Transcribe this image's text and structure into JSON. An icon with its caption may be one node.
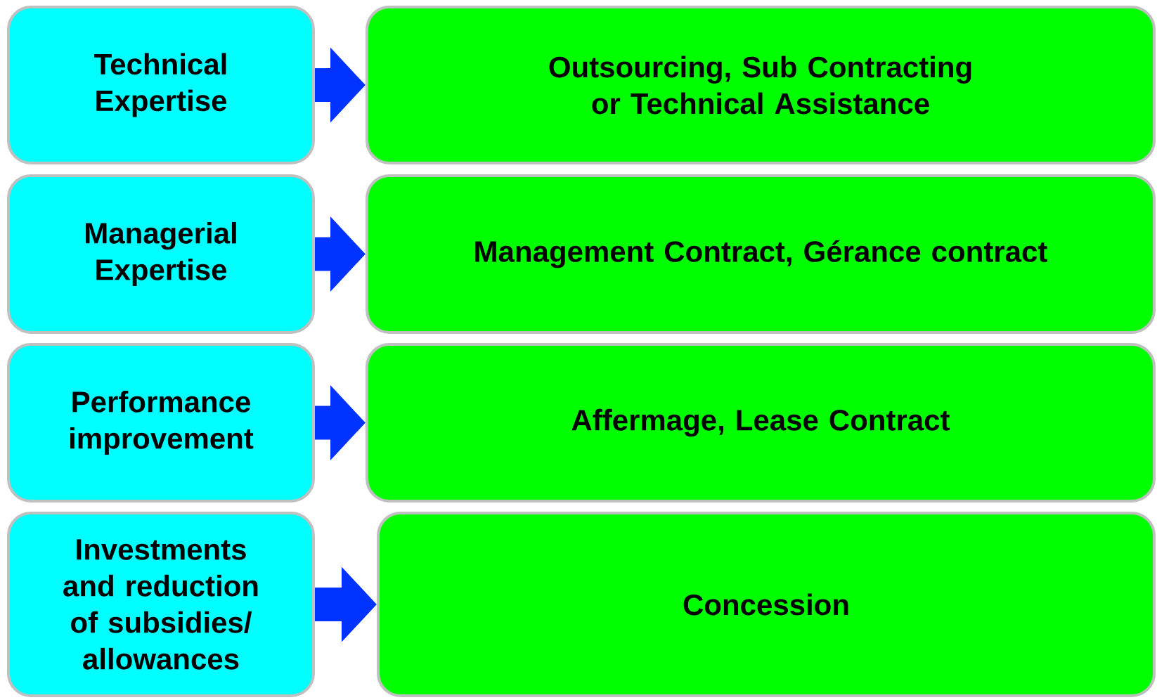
{
  "diagram": {
    "nodes": [
      {
        "text": [
          "Technical Expertise"
        ]
      },
      {
        "text": [
          "Outsourcing, Sub Contracting or Technical Assistance"
        ]
      },
      {
        "text": [
          "Managerial Expertise"
        ]
      },
      {
        "text": [
          "Management Contract, Gérance contract"
        ]
      },
      {
        "text": [
          "Performance improvement"
        ]
      },
      {
        "text": [
          "Affermage, Lease Contract"
        ]
      },
      {
        "text": [
          "Investments and reduction of subsidies/ allowances"
        ]
      },
      {
        "text": [
          "Concession"
        ]
      }
    ],
    "edges": [
      {
        "from": 0,
        "to": 1,
        "arrow": "to"
      },
      {
        "from": 2,
        "to": 3,
        "arrow": "to"
      },
      {
        "from": 4,
        "to": 5,
        "arrow": "to"
      },
      {
        "from": 6,
        "to": 7,
        "arrow": "to"
      }
    ]
  }
}
